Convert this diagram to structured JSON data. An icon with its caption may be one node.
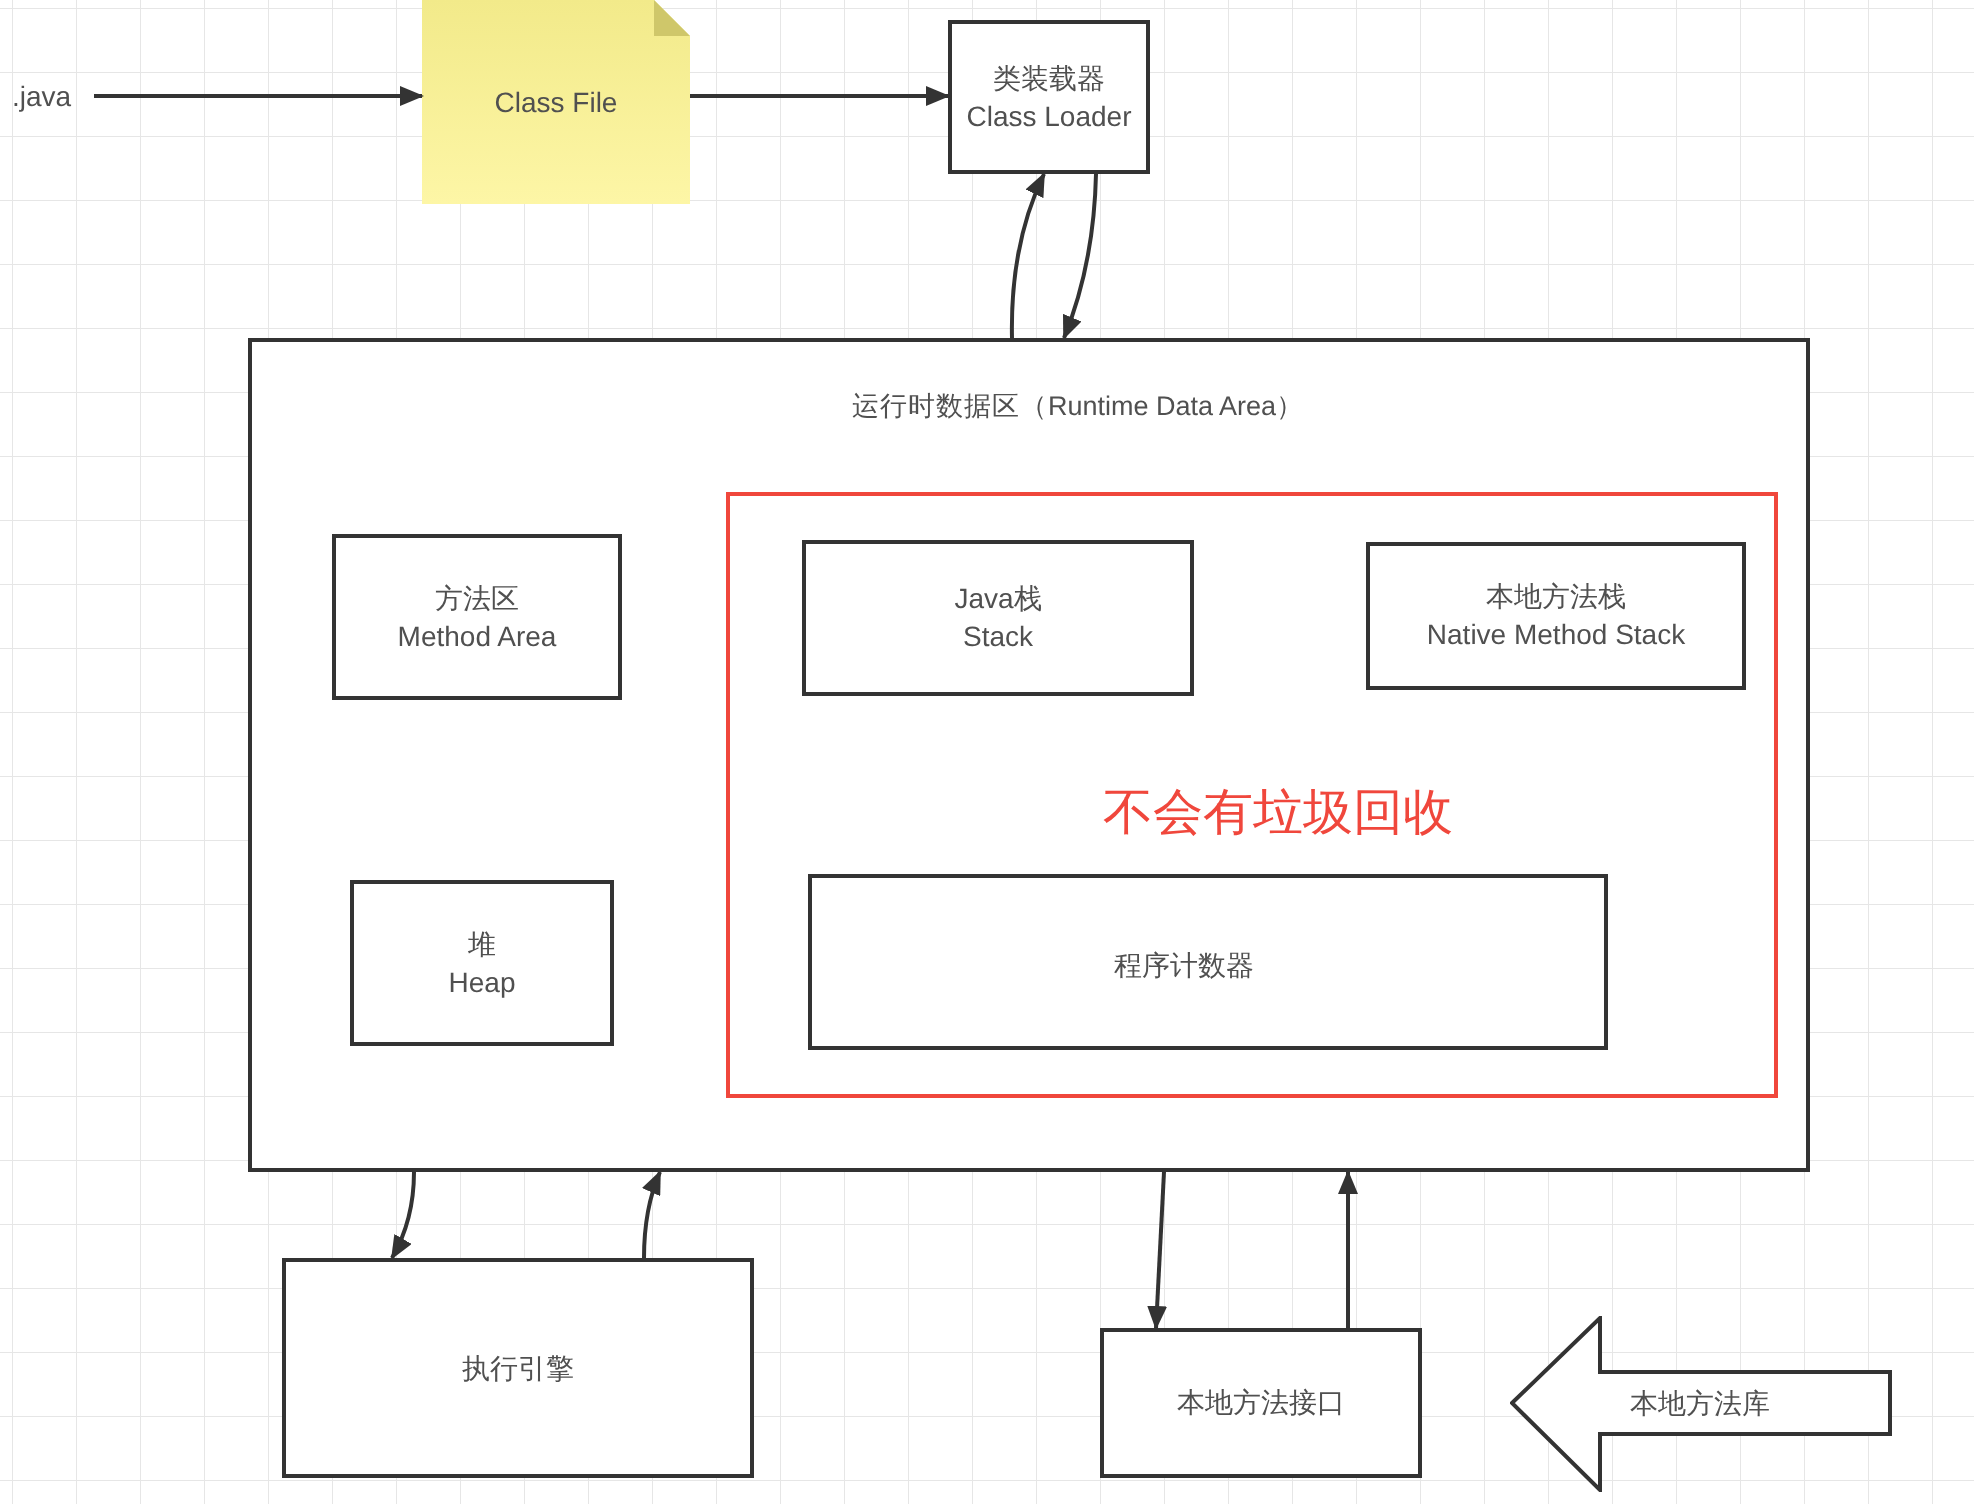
{
  "diagram": {
    "nodes": [
      {
        "text": [
          ".java"
        ]
      },
      {
        "text": [
          "Class File"
        ]
      },
      {
        "text": [
          "类装载器",
          "Class Loader"
        ]
      },
      {
        "text": [
          "运行时数据区（Runtime Data Area）"
        ]
      },
      {
        "text": [
          "方法区",
          "Method Area"
        ],
        "in": 3
      },
      {
        "text": [
          "堆",
          "Heap"
        ],
        "in": 3
      },
      {
        "text": [
          "不会有垃圾回收"
        ],
        "in": 3
      },
      {
        "text": [
          "Java栈",
          "Stack"
        ],
        "in": 6
      },
      {
        "text": [
          "本地方法栈",
          "Native Method Stack"
        ],
        "in": 6
      },
      {
        "text": [
          "程序计数器"
        ],
        "in": 6
      },
      {
        "text": [
          "执行引擎"
        ]
      },
      {
        "text": [
          "本地方法接口"
        ]
      },
      {
        "text": [
          "本地方法库"
        ]
      }
    ],
    "edges": [
      {
        "from": 0,
        "to": 1,
        "arrow": "to"
      },
      {
        "from": 1,
        "to": 2,
        "arrow": "to"
      },
      {
        "from": 3,
        "to": 2,
        "arrow": "to"
      },
      {
        "from": 2,
        "to": 3,
        "arrow": "to"
      },
      {
        "from": 3,
        "to": 10,
        "arrow": "to"
      },
      {
        "from": 10,
        "to": 3,
        "arrow": "to"
      },
      {
        "from": 3,
        "to": 11,
        "arrow": "to"
      },
      {
        "from": 11,
        "to": 3,
        "arrow": "to"
      }
    ]
  }
}
